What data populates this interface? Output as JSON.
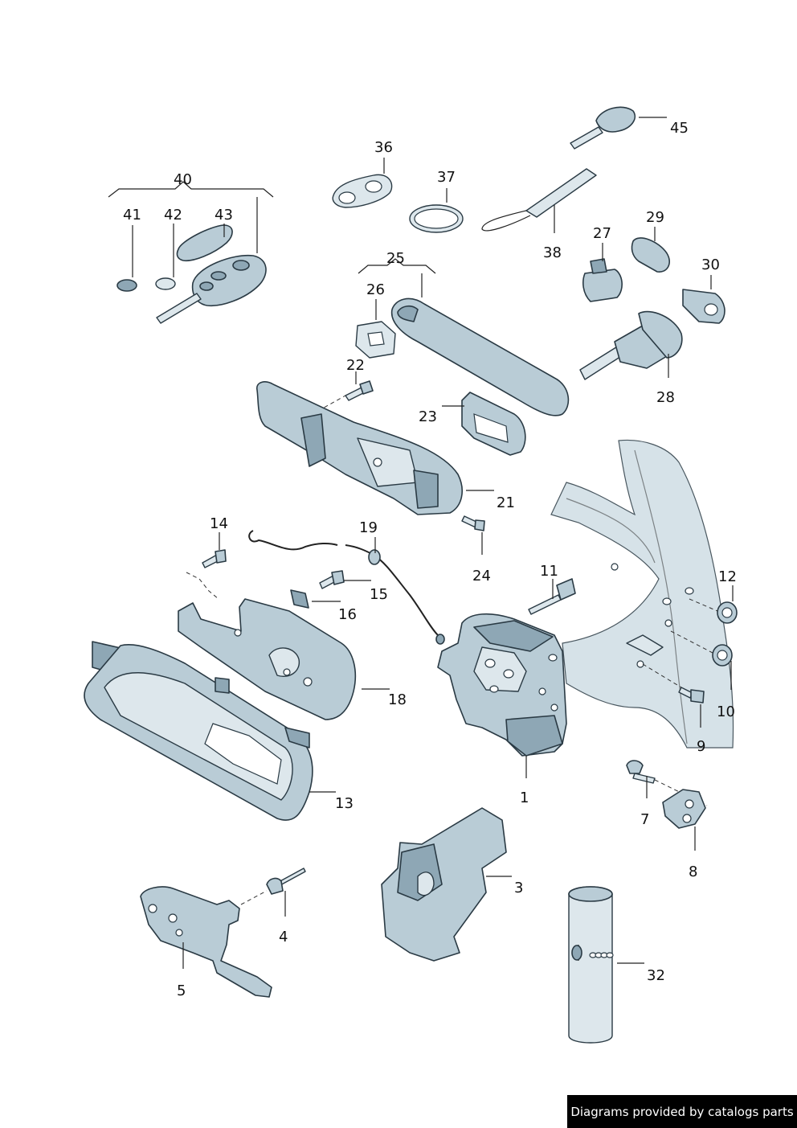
{
  "footer": {
    "text": "Diagrams provided by catalogs parts"
  },
  "callouts": {
    "c1": "1",
    "c3": "3",
    "c4": "4",
    "c5": "5",
    "c7": "7",
    "c8": "8",
    "c9": "9",
    "c10": "10",
    "c11": "11",
    "c12": "12",
    "c13": "13",
    "c14": "14",
    "c15": "15",
    "c16": "16",
    "c18": "18",
    "c19": "19",
    "c21": "21",
    "c22": "22",
    "c23": "23",
    "c24": "24",
    "c25": "25",
    "c26": "26",
    "c27": "27",
    "c28": "28",
    "c29": "29",
    "c30": "30",
    "c32": "32",
    "c36": "36",
    "c37": "37",
    "c38": "38",
    "c40": "40",
    "c41": "41",
    "c42": "42",
    "c43": "43",
    "c45": "45"
  }
}
